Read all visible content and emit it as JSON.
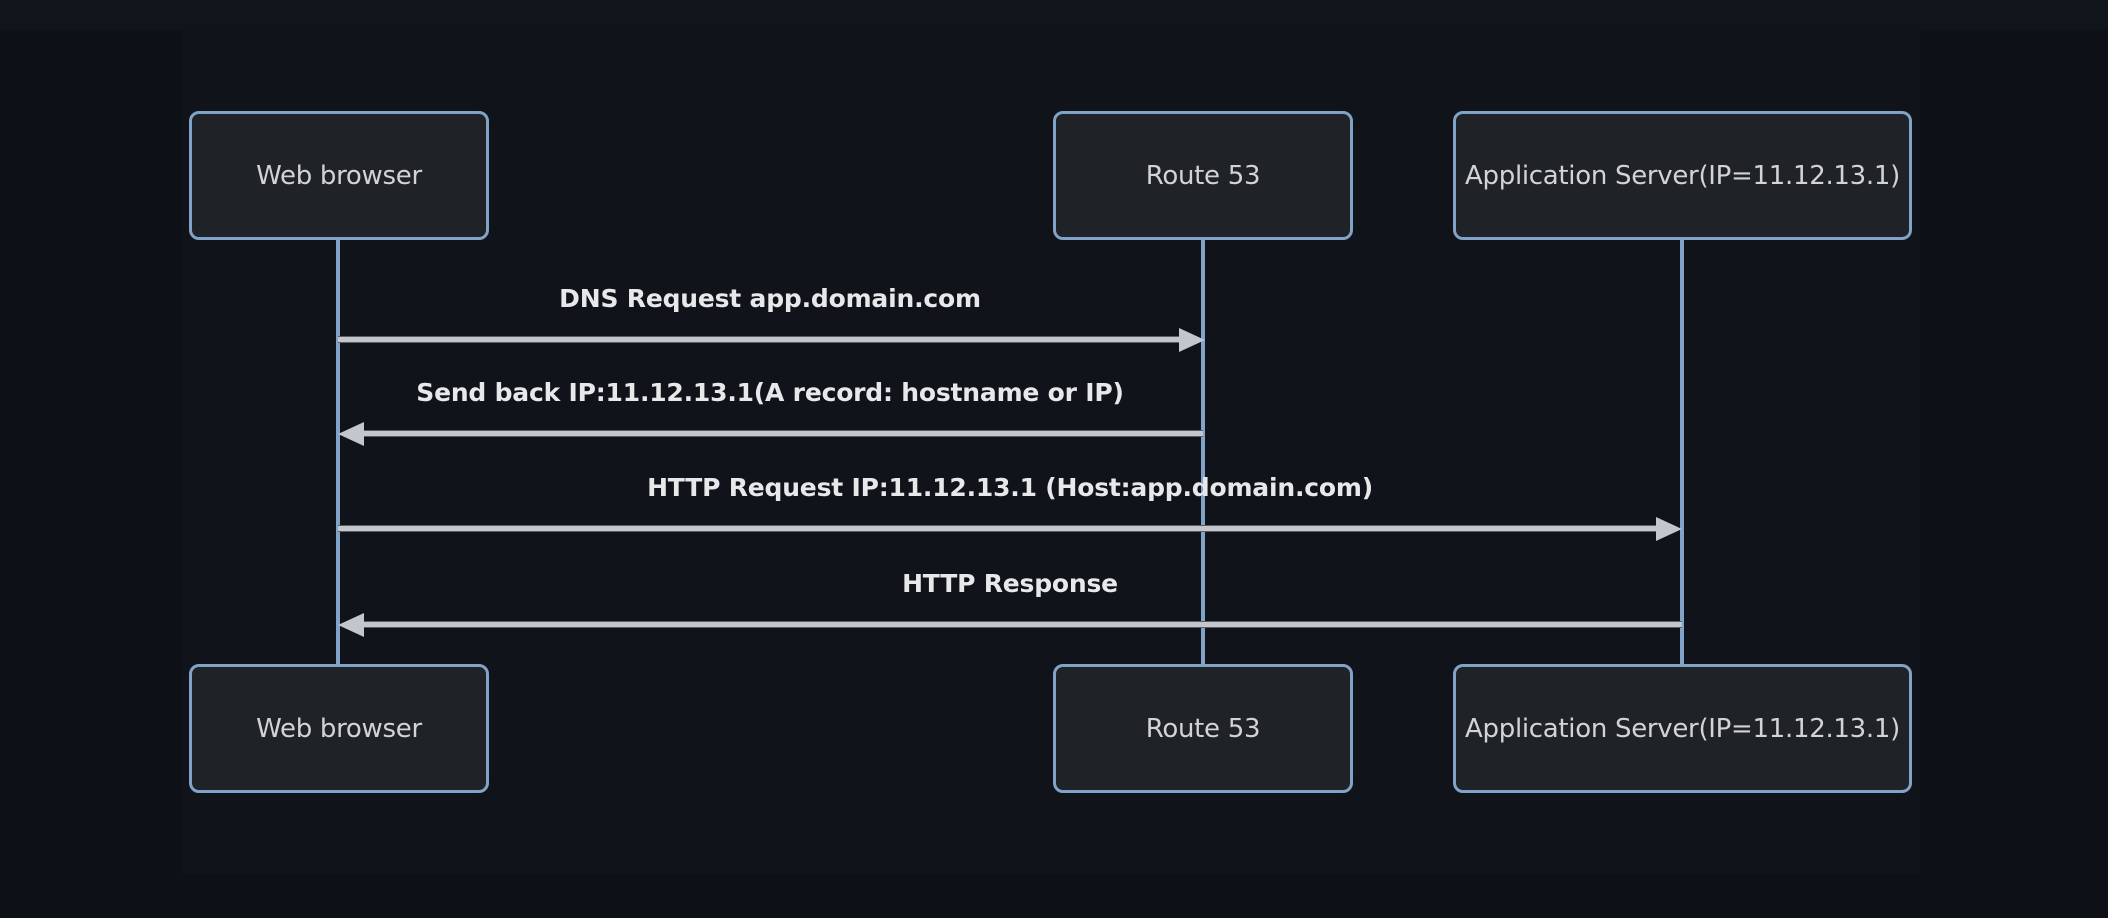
{
  "diagram": {
    "type": "sequence",
    "actors": [
      {
        "id": "web-browser",
        "label": "Web browser"
      },
      {
        "id": "route-53",
        "label": "Route 53"
      },
      {
        "id": "app-server",
        "label": "Application Server(IP=11.12.13.1)"
      }
    ],
    "messages": [
      {
        "from": "web-browser",
        "to": "route-53",
        "direction": "right",
        "label": "DNS Request app.domain.com"
      },
      {
        "from": "route-53",
        "to": "web-browser",
        "direction": "left",
        "label": "Send back IP:11.12.13.1(A record: hostname or IP)"
      },
      {
        "from": "web-browser",
        "to": "app-server",
        "direction": "right",
        "label": "HTTP Request IP:11.12.13.1 (Host:app.domain.com)"
      },
      {
        "from": "app-server",
        "to": "web-browser",
        "direction": "left",
        "label": "HTTP Response"
      }
    ],
    "colors": {
      "background": "#0d1016",
      "panel": "#10131a",
      "actor_fill": "#1f2227",
      "actor_border": "#81a3c7",
      "actor_text": "#d2d3d5",
      "lifeline": "#81a3c7",
      "message_line": "#c3c6ca",
      "message_text": "#e7e8ea"
    }
  }
}
